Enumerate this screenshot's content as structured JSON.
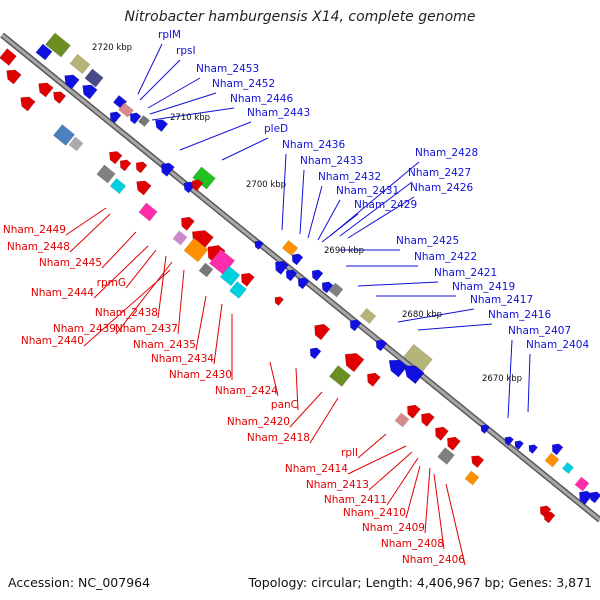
{
  "title": "Nitrobacter hamburgensis X14, complete genome",
  "accession": "Accession: NC_007964",
  "topology": "Topology: circular; Length: 4,406,967 bp; Genes: 3,871",
  "colors": {
    "plus_strand_label": "#e00000",
    "minus_strand_label": "#1010d8",
    "backbone": "#808080",
    "rna_tick": "#1f8c1f"
  },
  "kbp_labels": [
    "2720 kbp",
    "2710 kbp",
    "2700 kbp",
    "2690 kbp",
    "2680 kbp",
    "2670 kbp"
  ],
  "blue_labels": [
    "rplM",
    "rpsI",
    "Nham_2453",
    "Nham_2452",
    "Nham_2446",
    "Nham_2443",
    "pleD",
    "Nham_2436",
    "Nham_2433",
    "Nham_2432",
    "Nham_2431",
    "Nham_2429",
    "Nham_2428",
    "Nham_2427",
    "Nham_2426",
    "Nham_2425",
    "Nham_2422",
    "Nham_2421",
    "Nham_2419",
    "Nham_2417",
    "Nham_2416",
    "Nham_2407",
    "Nham_2404"
  ],
  "red_labels": [
    "Nham_2449",
    "Nham_2448",
    "Nham_2445",
    "Nham_2444",
    "rpmG",
    "Nham_2438",
    "Nham_2439",
    "Nham_2437",
    "Nham_2440",
    "Nham_2435",
    "Nham_2434",
    "Nham_2430",
    "Nham_2424",
    "panC",
    "Nham_2420",
    "Nham_2418",
    "rplI",
    "Nham_2414",
    "Nham_2413",
    "Nham_2411",
    "Nham_2410",
    "Nham_2409",
    "Nham_2408",
    "Nham_2406"
  ]
}
